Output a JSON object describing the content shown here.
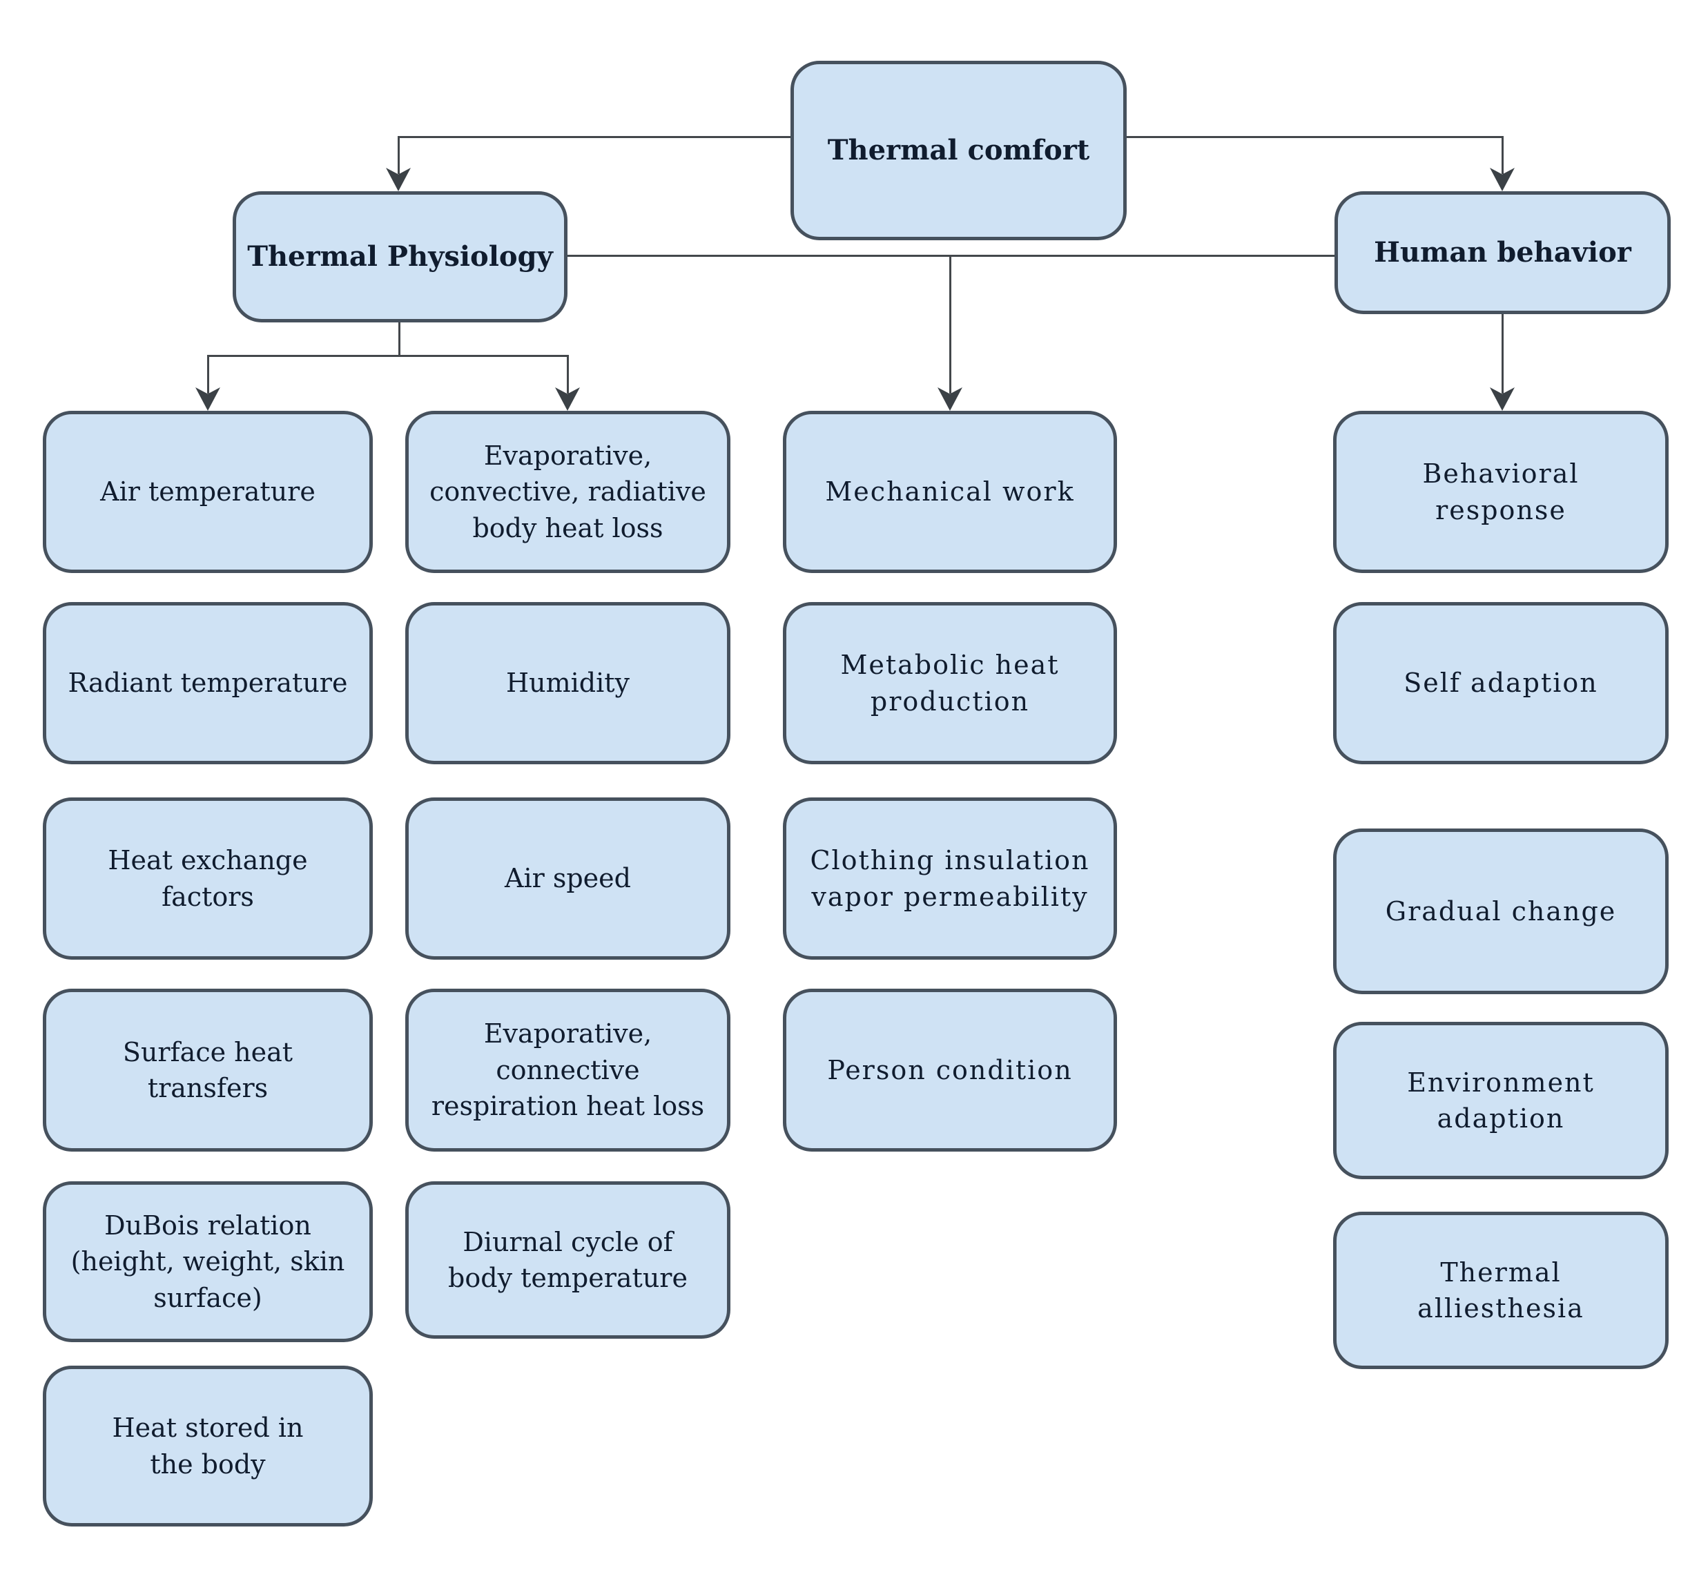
{
  "root": {
    "label": "Thermal comfort"
  },
  "branches": [
    {
      "label": "Thermal Physiology"
    },
    {
      "label": "Human behavior"
    }
  ],
  "columns": [
    {
      "parent": "Thermal Physiology",
      "items": [
        "Air temperature",
        "Radiant temperature",
        "Heat exchange factors",
        "Surface heat transfers",
        "DuBois relation (height, weight, skin surface)",
        "Heat stored in the body"
      ]
    },
    {
      "parent": "Thermal Physiology",
      "items": [
        "Evaporative, convective, radiative body heat loss",
        "Humidity",
        "Air speed",
        "Evaporative, connective respiration heat loss",
        "Diurnal cycle of body temperature"
      ]
    },
    {
      "parent": "Thermal comfort",
      "items": [
        "Mechanical work",
        "Metabolic heat production",
        "Clothing insulation vapor permeability",
        "Person condition"
      ]
    },
    {
      "parent": "Human behavior",
      "items": [
        "Behavioral response",
        "Self adaption",
        "Gradual change",
        "Environment adaption",
        "Thermal alliesthesia"
      ]
    }
  ],
  "colors": {
    "box_fill": "#cfe2f4",
    "box_border": "#46515d",
    "line": "#43474b",
    "arrow": "#3b4146",
    "text": "#101c2e",
    "background": "#ffffff"
  }
}
